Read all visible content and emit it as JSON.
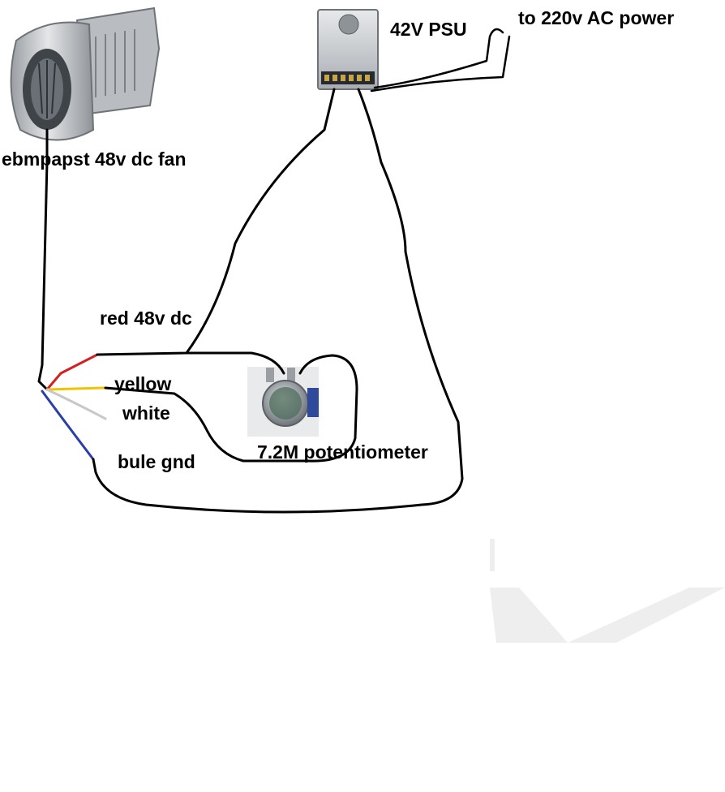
{
  "labels": {
    "fan": "ebmpapst 48v dc fan",
    "psu": "42V PSU",
    "ac_power": "to 220v AC power",
    "red_wire": "red 48v dc",
    "yellow_wire": "yellow",
    "white_wire": "white",
    "blue_wire": "bule gnd",
    "potentiometer": "7.2M potentiometer"
  },
  "wire_colors": {
    "black": "#000000",
    "red": "#d42020",
    "yellow": "#f2c200",
    "white": "#c8c8c8",
    "blue": "#2a3fa8"
  },
  "icons": {
    "fan": "blower-fan-icon",
    "psu": "power-supply-icon",
    "potentiometer": "potentiometer-icon"
  }
}
